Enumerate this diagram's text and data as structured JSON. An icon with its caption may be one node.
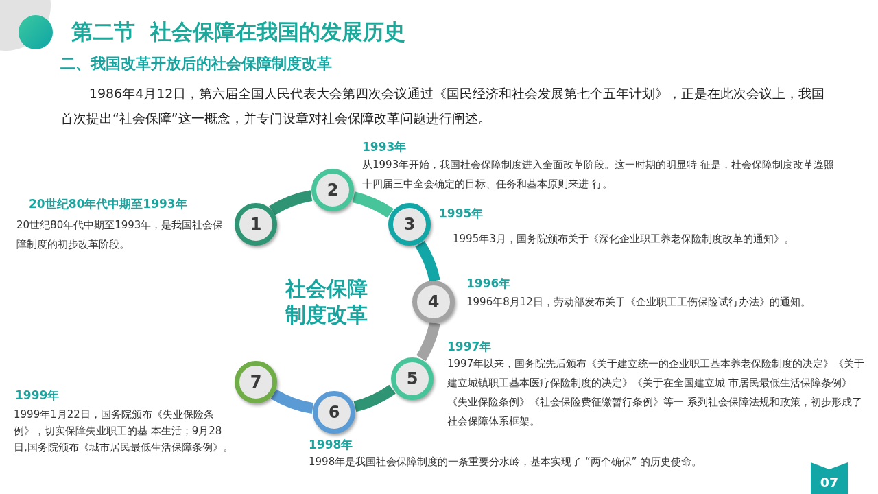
{
  "diagram": {
    "title": "第二节  社会保障在我国的发展历史",
    "nodes": [
      {
        "text": [
          "1"
        ],
        "beside": [
          "20世纪80年代中期至1993年",
          "20世纪80年代中期至1993年，是我国社会保障制度的初步改革阶段。"
        ]
      },
      {
        "text": [
          "2"
        ],
        "beside": [
          "1993年",
          "从1993年开始，我国社会保障制度进入全面改革阶段。这一时期的明显特 征是，社会保障制度改革遵照十四届三中全会确定的目标、任务和基本原则来进 行。"
        ]
      },
      {
        "text": [
          "3"
        ],
        "beside": [
          "1995年",
          "1995年3月，国务院颁布关于《深化企业职工养老保险制度改革的通知》。"
        ]
      },
      {
        "text": [
          "4"
        ],
        "beside": [
          "1996年",
          "1996年8月12日，劳动部发布关于《企业职工工伤保险试行办法》的通知。"
        ]
      },
      {
        "text": [
          "5"
        ],
        "beside": [
          "1997年",
          "1997年以来，国务院先后颁布《关于建立统一的企业职工基本养老保险制度的决定》《关于建立城镇职工基本医疗保险制度的决定》《关于在全国建立城 市居民最低生活保障条例》《失业保险条例》《社会保险费征缴暂行条例》等一 系列社会保障法规和政策，初步形成了社会保障体系框架。"
        ]
      },
      {
        "text": [
          "6"
        ],
        "beside": [
          "1998年",
          "1998年是我国社会保障制度的一条重要分水岭，基本实现了 “两个确保” 的历史使命。"
        ]
      },
      {
        "text": [
          "7"
        ],
        "beside": [
          "1999年",
          "1999年1月22日，国务院颁布《失业保险条例》，切实保障失业职工的基 本生活；9月28日,国务院颁布《城市居民最低生活保障条例》。"
        ]
      },
      {
        "text": [
          "07"
        ]
      }
    ],
    "edges": [
      {
        "from": 0,
        "to": 1,
        "arrow": "none",
        "color": "#2e9474"
      },
      {
        "from": 1,
        "to": 2,
        "arrow": "none",
        "color": "#48c49a"
      },
      {
        "from": 2,
        "to": 3,
        "arrow": "none",
        "color": "#12a6a6"
      },
      {
        "from": 3,
        "to": 4,
        "arrow": "none",
        "color": "#a3a3a3"
      },
      {
        "from": 4,
        "to": 5,
        "arrow": "none",
        "color": "#2e9474"
      },
      {
        "from": 5,
        "to": 6,
        "arrow": "none",
        "color": "#5b9bd5"
      }
    ],
    "labels": [
      "二、我国改革开放后的社会保障制度改革",
      "1986年4月12日，第六届全国人民代表大会第四次会议通过《国民经济和社会发展第七个五年计划》，正是在此次会议上，我国首次提出“社会保障”这一概念，并专门设章对社会保障改革问题进行阐述。",
      "社会保障制度改革"
    ]
  }
}
